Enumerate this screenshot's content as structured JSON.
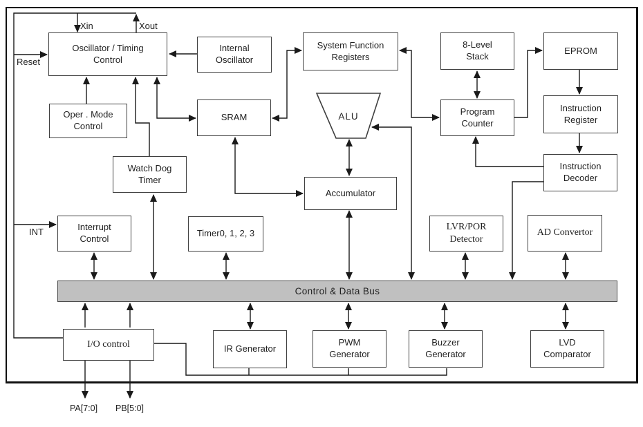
{
  "diagram": {
    "type": "microcontroller-block-diagram",
    "blocks": {
      "oscillator": {
        "label": "Oscillator / Timing\nControl"
      },
      "internal_oscillator": {
        "label": "Internal\nOscillator"
      },
      "system_function_registers": {
        "label": "System Function\nRegisters"
      },
      "stack": {
        "label": "8-Level\nStack"
      },
      "eprom": {
        "label": "EPROM"
      },
      "oper_mode_control": {
        "label": "Oper . Mode\nControl"
      },
      "sram": {
        "label": "SRAM"
      },
      "alu": {
        "label": "ALU"
      },
      "program_counter": {
        "label": "Program\nCounter"
      },
      "instruction_register": {
        "label": "Instruction\nRegister"
      },
      "watch_dog_timer": {
        "label": "Watch Dog\nTimer"
      },
      "instruction_decoder": {
        "label": "Instruction\nDecoder"
      },
      "accumulator": {
        "label": "Accumulator"
      },
      "interrupt_control": {
        "label": "Interrupt\nControl"
      },
      "timers": {
        "label": "Timer0, 1, 2, 3"
      },
      "lvr_por_detector": {
        "label": "LVR/POR\nDetector"
      },
      "ad_convertor": {
        "label": "AD Convertor"
      },
      "bus": {
        "label": "Control & Data Bus"
      },
      "io_control": {
        "label": "I/O control"
      },
      "ir_generator": {
        "label": "IR Generator"
      },
      "pwm_generator": {
        "label": "PWM\nGenerator"
      },
      "buzzer_generator": {
        "label": "Buzzer\nGenerator"
      },
      "lvd_comparator": {
        "label": "LVD\nComparator"
      }
    },
    "pins": {
      "xin": "Xin",
      "xout": "Xout",
      "reset": "Reset",
      "int": "INT",
      "port_a": "PA[7:0]",
      "port_b": "PB[5:0]"
    },
    "colors": {
      "bus_fill": "#c0c0c0",
      "wire": "#1a1a1a",
      "box_border": "#3f3f3f",
      "background": "#ffffff"
    }
  }
}
